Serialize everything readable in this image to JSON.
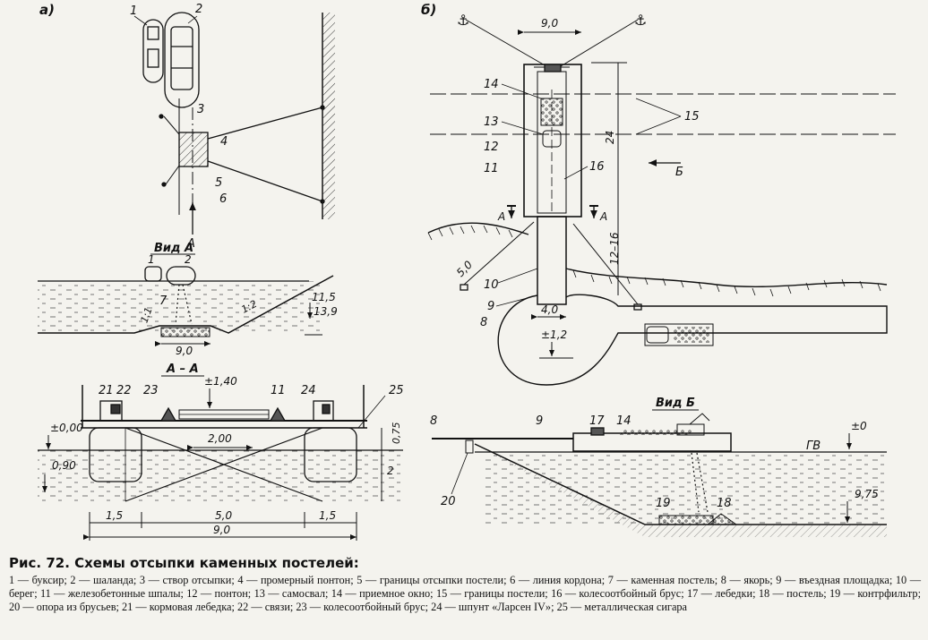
{
  "panels": {
    "a": "а)",
    "b": "б)"
  },
  "views": {
    "view_a": "Вид А",
    "section_aa": "А – А",
    "view_b": "Вид Б"
  },
  "labels": {
    "n1": "1",
    "n2": "2",
    "n3": "3",
    "n4": "4",
    "n5": "5",
    "n6": "6",
    "n7": "7",
    "n8": "8",
    "n9": "9",
    "n10": "10",
    "n11": "11",
    "n12": "12",
    "n13": "13",
    "n14": "14",
    "n15": "15",
    "n16": "16",
    "n17": "17",
    "n18": "18",
    "n19": "19",
    "n20": "20",
    "n21": "21",
    "n22": "22",
    "n23": "23",
    "n24": "24",
    "n25": "25",
    "arrow_a": "А",
    "arrow_b": "Б",
    "gv": "ГВ"
  },
  "dimensions": {
    "a_width": "9,0",
    "a_depth": "11,5",
    "a_depth2": "13,9",
    "a_slope_left": "1:1",
    "a_slope_right": "1:2",
    "aa_top": "±1,40",
    "aa_zero": "±0,00",
    "aa_090": "0,90",
    "aa_075": "0,75",
    "aa_2": "2",
    "aa_200": "2,00",
    "aa_15_left": "1,5",
    "aa_50": "5,0",
    "aa_15_right": "1,5",
    "aa_90": "9,0",
    "b_width": "9,0",
    "b_24": "24",
    "b_1216": "12–16",
    "b_50": "5,0",
    "b_40": "4,0",
    "b_12": "±1,2",
    "vb_zero": "±0",
    "vb_975": "9,75"
  },
  "caption": {
    "title": "Рис. 72. Схемы отсыпки каменных постелей:",
    "legend": "1 — буксир; 2 — шаланда; 3 — створ отсыпки; 4 — промерный понтон; 5 — границы отсыпки постели; 6 — линия кордона; 7 — каменная постель; 8 — якорь; 9 — въездная площадка; 10 — берег; 11 — железобетонные шпалы; 12 — понтон; 13 — самосвал; 14 — приемное окно; 15 — границы постели; 16 — колесоотбойный брус; 17 — лебедки; 18 — постель; 19 — контрфильтр; 20 — опора из брусьев; 21 — кормовая лебедка; 22 — связи; 23 — колесоотбойный брус; 24 — шпунт «Ларсен IV»; 25 — металлическая сигара"
  }
}
